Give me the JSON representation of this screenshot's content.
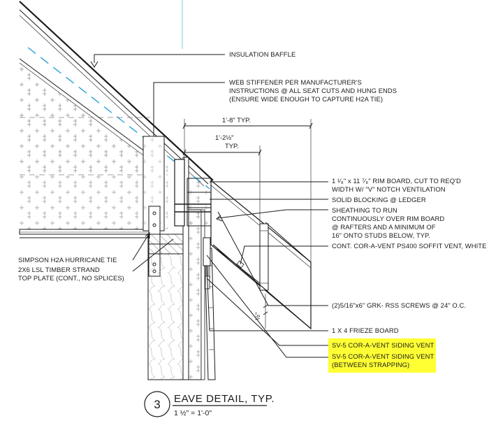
{
  "labels": {
    "insulation_baffle": "INSULATION BAFFLE",
    "web_stiffener_1": "WEB STIFFENER PER MANUFACTURER'S",
    "web_stiffener_2": "INSTRUCTIONS @ ALL SEAT CUTS AND HUNG ENDS",
    "web_stiffener_3": "(ENSURE WIDE ENOUGH TO CAPTURE H2A TIE)",
    "rim_board_1": "1 ¹⁄₈\" x 11 ⁷⁄₈\" RIM BOARD, CUT TO REQ'D",
    "rim_board_2": "WIDTH W/ \"V\" NOTCH VENTILATION",
    "solid_blocking": "SOLID BLOCKING @ LEDGER",
    "sheathing_1": "SHEATHING TO RUN",
    "sheathing_2": "CONTINUOUSLY OVER RIM BOARD",
    "sheathing_3": "@ RAFTERS AND A MINIMUM OF",
    "sheathing_4": "16\" ONTO STUDS BELOW, TYP.",
    "soffit_vent": "CONT. COR-A-VENT PS400 SOFFIT VENT, WHITE",
    "hurricane_tie": "SIMPSON H2A HURRICANE TIE",
    "top_plate_1": "2X6 LSL TIMBER STRAND",
    "top_plate_2": "TOP PLATE (CONT., NO SPLICES)",
    "screws": "(2)5/16\"x6\" GRK- RSS SCREWS @ 24\" O.C.",
    "frieze_board": "1 X 4 FRIEZE BOARD",
    "siding_vent": "SV-5 COR-A-VENT SIDING VENT",
    "siding_vent_strap_1": "SV-5 COR-A-VENT SIDING VENT",
    "siding_vent_strap_2": "(BETWEEN STRAPPING)"
  },
  "dimensions": {
    "overall": "1'-8\" TYP.",
    "inner": "1'-2½\"",
    "inner_typ": "TYP.",
    "small": "½\""
  },
  "title_block": {
    "number": "3",
    "title": "EAVE DETAIL, TYP.",
    "scale": "1 ½\" = 1'-0\""
  },
  "colors": {
    "highlight": "#ffff33",
    "baffle": "#29a3d8",
    "ink": "#1a1a1a"
  }
}
